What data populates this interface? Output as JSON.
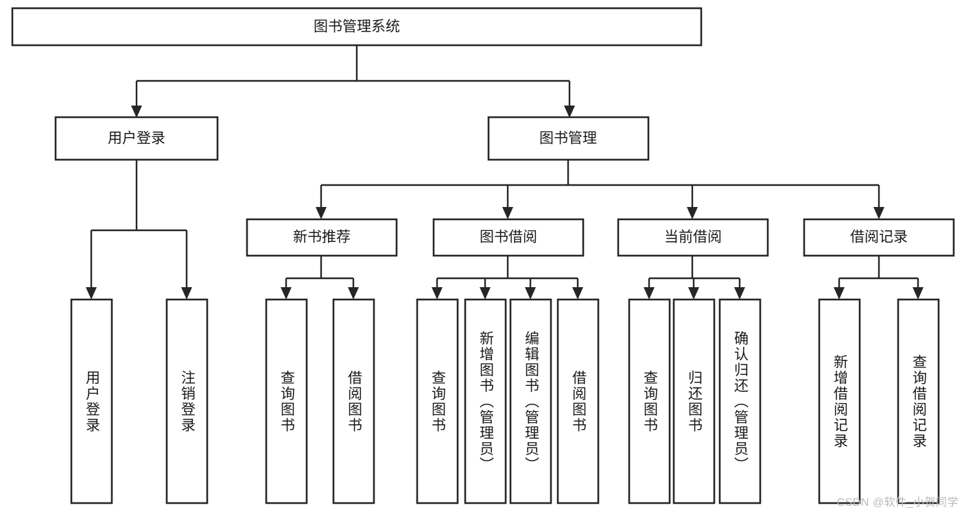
{
  "diagram": {
    "title": "图书管理系统",
    "type": "hierarchy-tree",
    "colors": {
      "box_stroke": "#262626",
      "box_fill": "#ffffff",
      "connector": "#262626",
      "text": "#1a1a1a",
      "watermark": "#b9b9b9",
      "background": "#ffffff"
    },
    "root": {
      "label": "图书管理系统"
    },
    "level2": [
      {
        "label": "用户登录"
      },
      {
        "label": "图书管理"
      }
    ],
    "level3": [
      {
        "label": "新书推荐"
      },
      {
        "label": "图书借阅"
      },
      {
        "label": "当前借阅"
      },
      {
        "label": "借阅记录"
      }
    ],
    "leaves": {
      "user_login": [
        {
          "label": "用户登录"
        },
        {
          "label": "注销登录"
        }
      ],
      "new_book": [
        {
          "label": "查询图书"
        },
        {
          "label": "借阅图书"
        }
      ],
      "book_borrow": [
        {
          "label": "查询图书"
        },
        {
          "label": "新增图书（管理员）"
        },
        {
          "label": "编辑图书（管理员）"
        },
        {
          "label": "借阅图书"
        }
      ],
      "current_borrow": [
        {
          "label": "查询图书"
        },
        {
          "label": "归还图书"
        },
        {
          "label": "确认归还（管理员）"
        }
      ],
      "borrow_record": [
        {
          "label": "新增借阅记录"
        },
        {
          "label": "查询借阅记录"
        }
      ]
    }
  },
  "watermark": {
    "text": "CSDN @软件_小贺同学"
  }
}
